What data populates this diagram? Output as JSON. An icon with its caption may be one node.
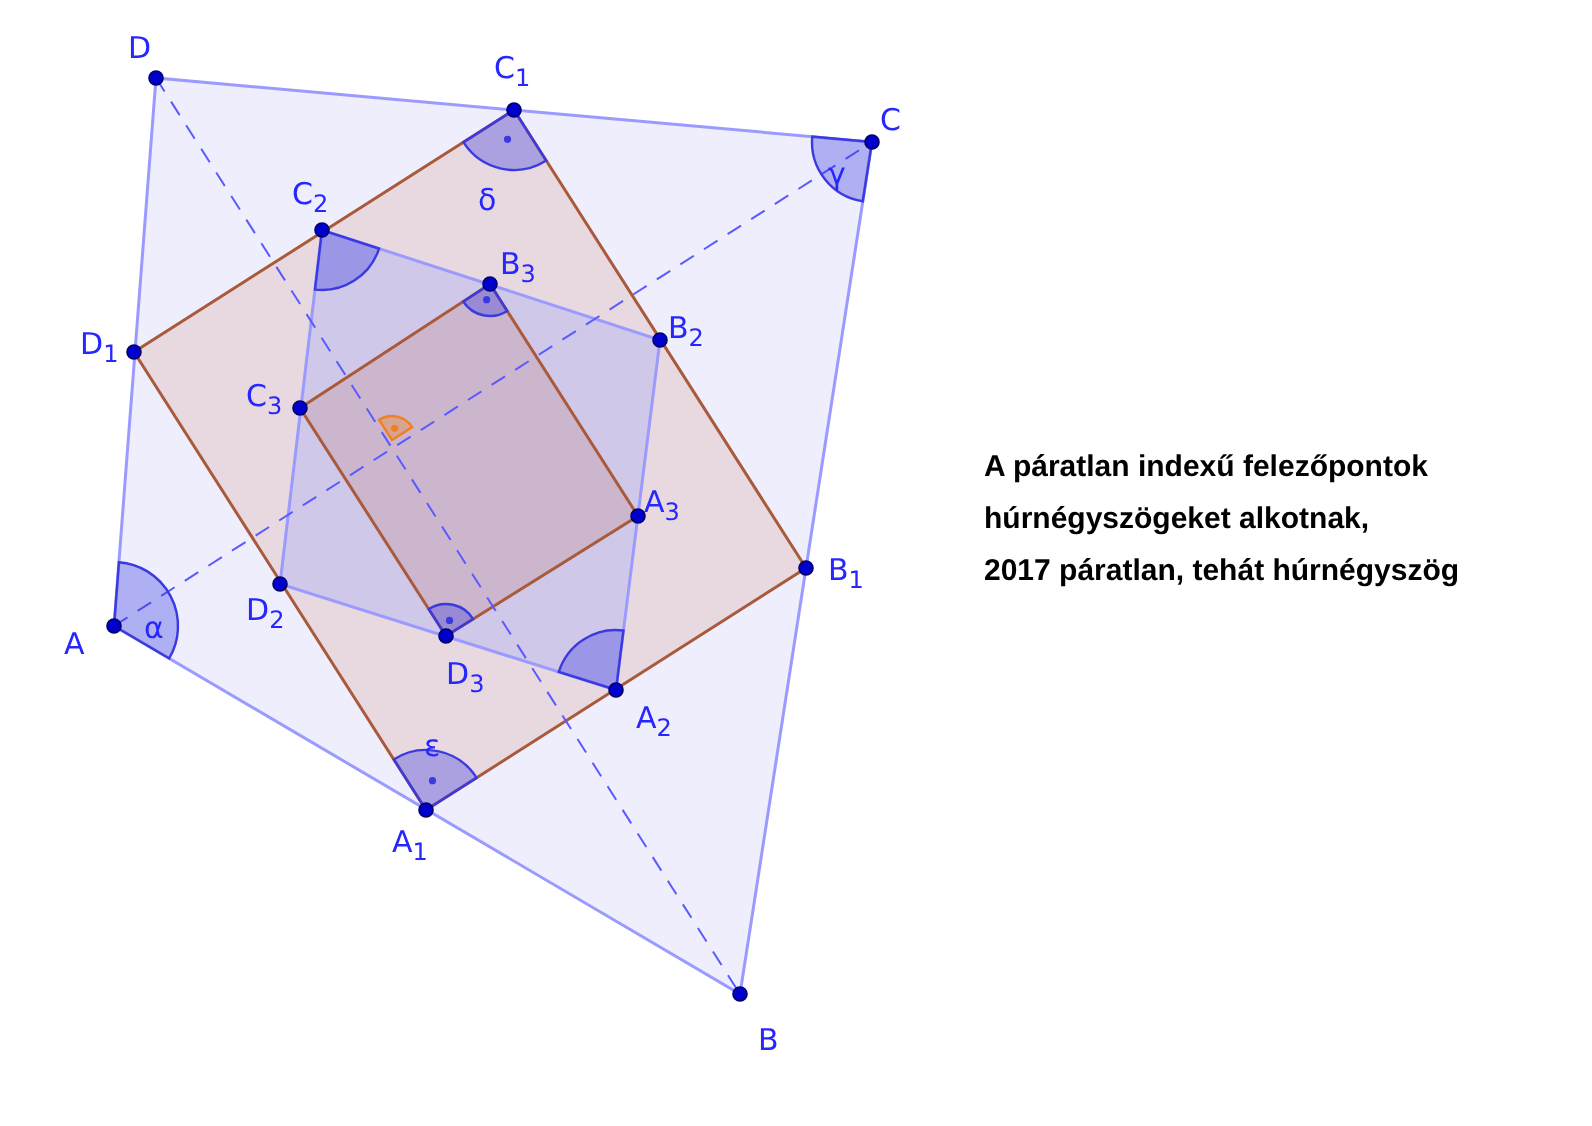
{
  "diagram": {
    "labels": [
      "D",
      "C$_{1}$",
      "C",
      "C$_{2}$",
      "δ",
      "γ",
      "B$_{3}$",
      "B$_{2}$",
      "D$_{1}$",
      "C$_{3}$",
      "A$_{3}$",
      "B$_{1}$",
      "A",
      "α",
      "D$_{2}$",
      "D$_{3}$",
      "A$_{2}$",
      "ε",
      "A$_{1}$",
      "B",
      "A páratlan indexű felezőpontok",
      "húrnégyszögeket alkotnak,",
      "2017 páratlan, tehát húrnégyszög"
    ]
  }
}
